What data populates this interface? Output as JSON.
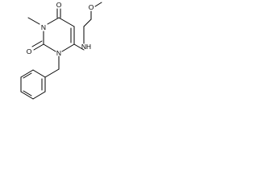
{
  "molecule": {
    "atoms": {
      "O_top": "O",
      "N_ring_upper": "N",
      "O_left": "O",
      "N_ring_lower": "N",
      "NH": "N",
      "NH_H": "H",
      "O_ether": "O"
    }
  },
  "colors": {
    "bond": "#000000",
    "label": "#000000",
    "background": "#ffffff"
  }
}
